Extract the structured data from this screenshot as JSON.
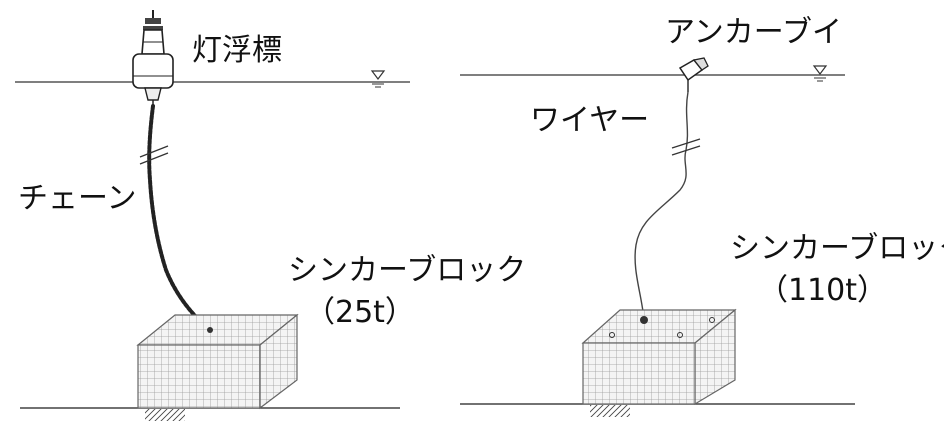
{
  "left_panel": {
    "buoy_label": "灯浮標",
    "line_label": "チェーン",
    "block_label": "シンカーブロック",
    "block_weight": "（25t）"
  },
  "right_panel": {
    "buoy_label": "アンカーブイ",
    "line_label": "ワイヤー",
    "block_label": "シンカーブロック",
    "block_weight": "（110t）"
  },
  "colors": {
    "ink": "#222222",
    "water_line": "#555555",
    "block_grid": "#9a9a9a"
  },
  "icons": {
    "water_level": "water-level-symbol",
    "seabed_hatch": "seabed-hatch"
  }
}
